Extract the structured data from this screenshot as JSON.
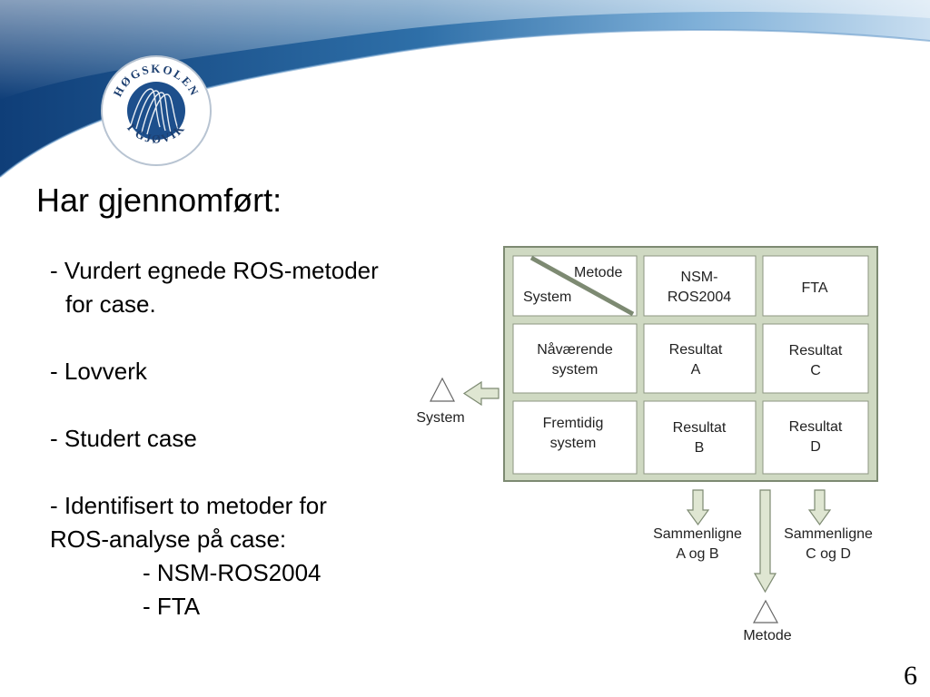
{
  "logo": {
    "top_text": "HØGSKOLEN",
    "bottom_text": "I GJØVIK"
  },
  "title": "Har gjennomført:",
  "bullets": {
    "b1_line1": "- Vurdert egnede ROS-metoder",
    "b1_line2": "for case.",
    "b2": "- Lovverk",
    "b3": "- Studert case",
    "b4_line1": "- Identifisert to metoder for",
    "b4_line2": "ROS-analyse på case:",
    "sub1": "- NSM-ROS2004",
    "sub2": "- FTA"
  },
  "diagram": {
    "header_metode": "Metode",
    "header_system": "System",
    "col1_line1": "NSM-",
    "col1_line2": "ROS2004",
    "col2": "FTA",
    "row1_line1": "Nåværende",
    "row1_line2": "system",
    "row2_line1": "Fremtidig",
    "row2_line2": "system",
    "cell_a_line1": "Resultat",
    "cell_a_line2": "A",
    "cell_c_line1": "Resultat",
    "cell_c_line2": "C",
    "cell_b_line1": "Resultat",
    "cell_b_line2": "B",
    "cell_d_line1": "Resultat",
    "cell_d_line2": "D",
    "system_label": "System",
    "compare_ab_line1": "Sammenligne",
    "compare_ab_line2": "A og B",
    "compare_cd_line1": "Sammenligne",
    "compare_cd_line2": "C og D",
    "metode_label": "Metode"
  },
  "page_number": "6"
}
